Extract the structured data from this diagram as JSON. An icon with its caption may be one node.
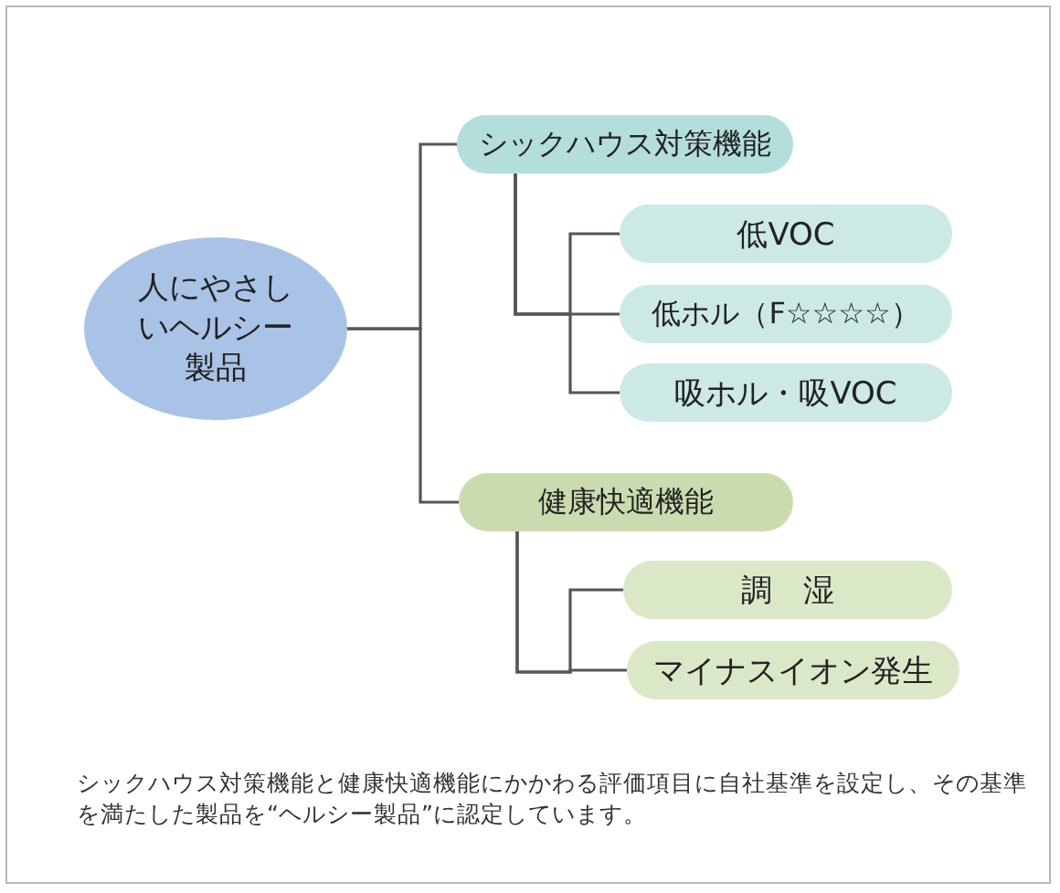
{
  "diagram": {
    "nodes": [
      {
        "text": [
          "人にやさしいヘルシー製品"
        ]
      },
      {
        "text": [
          "シックハウス対策機能"
        ]
      },
      {
        "text": [
          "低VOC"
        ]
      },
      {
        "text": [
          "低ホル（F☆☆☆☆）"
        ]
      },
      {
        "text": [
          "吸ホル・吸VOC"
        ]
      },
      {
        "text": [
          "健康快適機能"
        ]
      },
      {
        "text": [
          "調　湿"
        ]
      },
      {
        "text": [
          "マイナスイオン発生"
        ]
      }
    ],
    "edges": [
      {
        "from": 0,
        "to": 1,
        "arrow": "none"
      },
      {
        "from": 0,
        "to": 5,
        "arrow": "none"
      },
      {
        "from": 1,
        "to": 2,
        "arrow": "none"
      },
      {
        "from": 1,
        "to": 3,
        "arrow": "none"
      },
      {
        "from": 1,
        "to": 4,
        "arrow": "none"
      },
      {
        "from": 5,
        "to": 6,
        "arrow": "none"
      },
      {
        "from": 5,
        "to": 7,
        "arrow": "none"
      }
    ],
    "caption": "シックハウス対策機能と健康快適機能にかかわる評価項目に自社基準を設定し、その基準を満たした製品を“ヘルシー製品”に認定しています。"
  }
}
